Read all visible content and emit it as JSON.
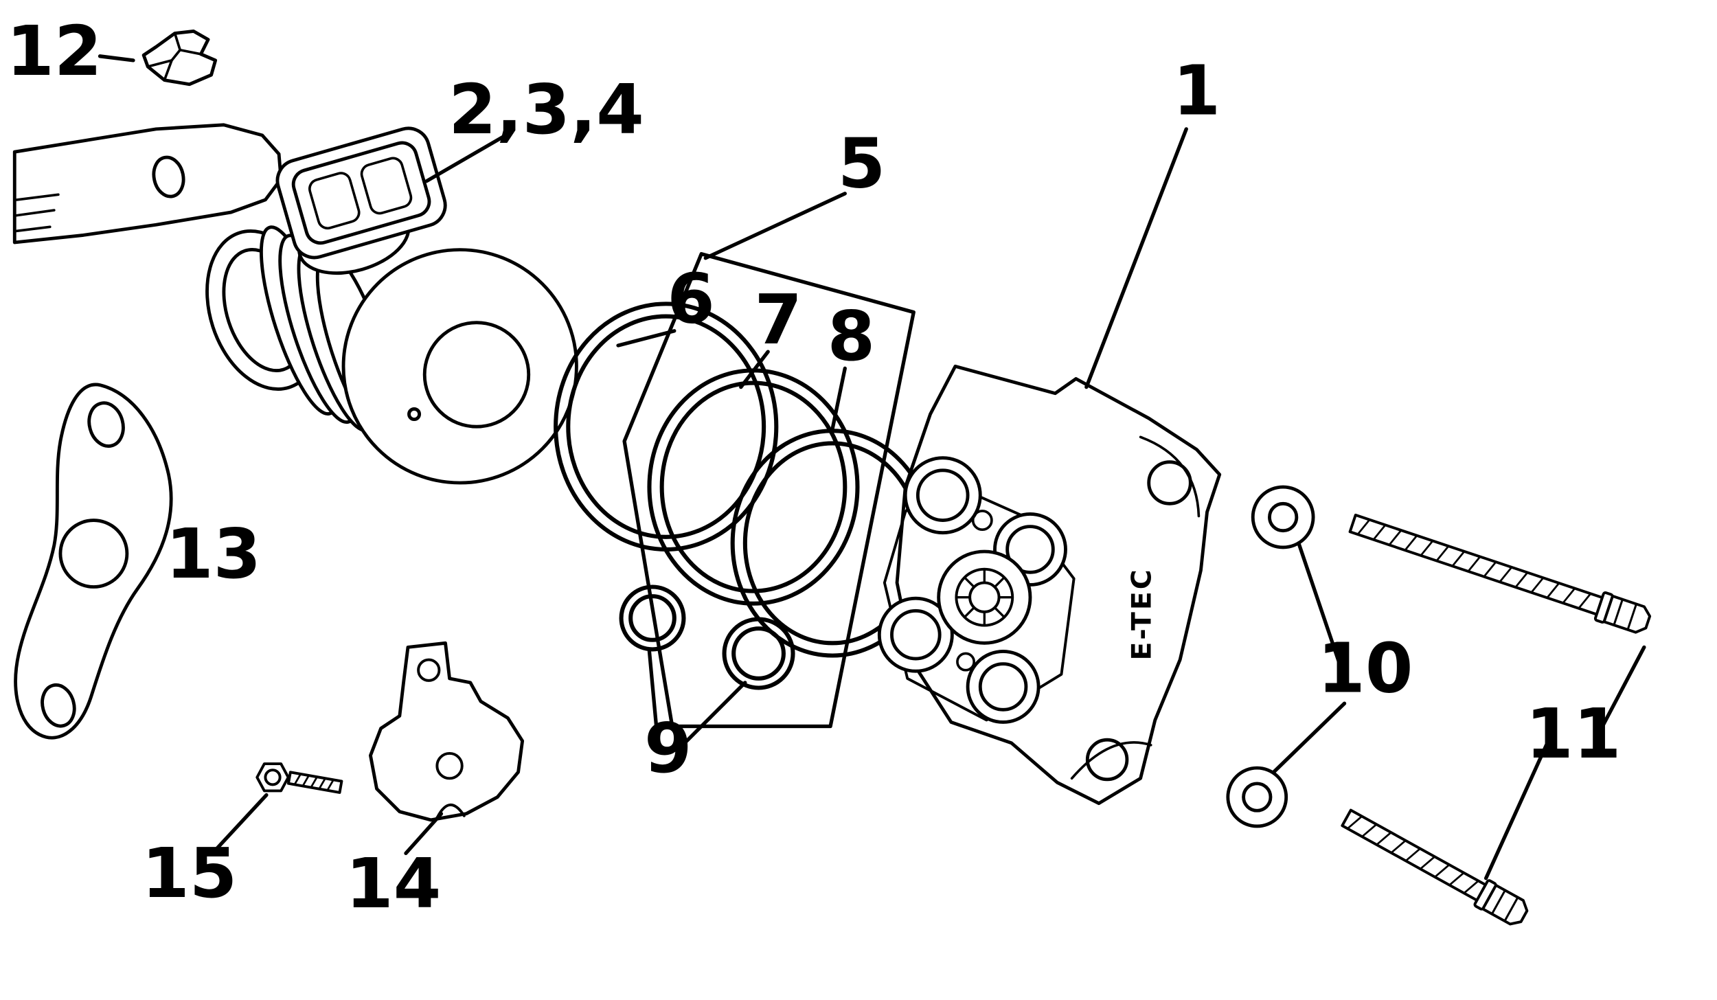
{
  "diagram": {
    "background_color": "#ffffff",
    "line_color": "#000000"
  },
  "callouts": {
    "c1": {
      "label": "1"
    },
    "c234": {
      "label": "2,3,4"
    },
    "c5": {
      "label": "5"
    },
    "c6": {
      "label": "6"
    },
    "c7": {
      "label": "7"
    },
    "c8": {
      "label": "8"
    },
    "c9": {
      "label": "9"
    },
    "c10": {
      "label": "10"
    },
    "c11": {
      "label": "11"
    },
    "c12": {
      "label": "12"
    },
    "c13": {
      "label": "13"
    },
    "c14": {
      "label": "14"
    },
    "c15": {
      "label": "15"
    }
  },
  "markings": {
    "body_logo": "E-TEC"
  }
}
